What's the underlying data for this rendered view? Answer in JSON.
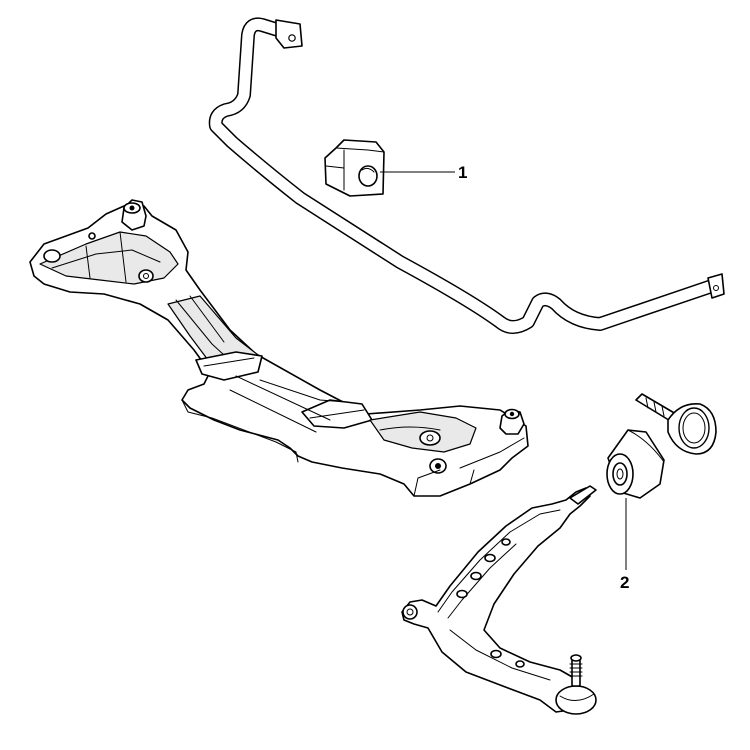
{
  "callouts": [
    {
      "number": "1",
      "part": "stabilizer-bar-bushing"
    },
    {
      "number": "2",
      "part": "control-arm-bushing"
    }
  ]
}
